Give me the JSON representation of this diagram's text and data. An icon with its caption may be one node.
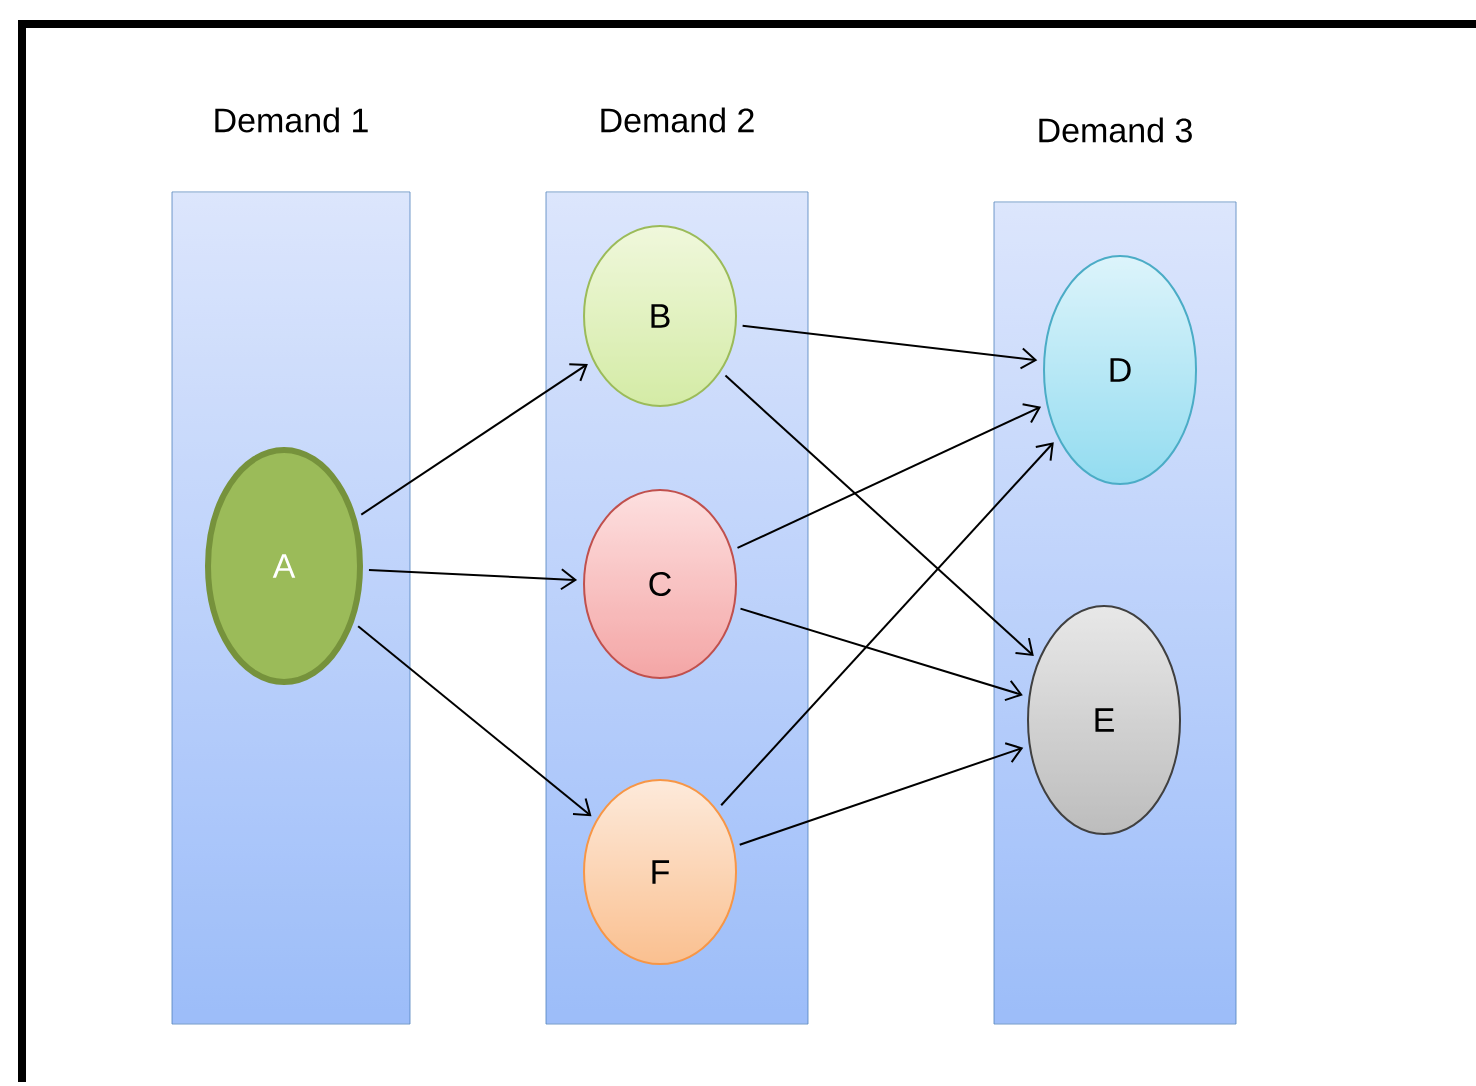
{
  "diagram": {
    "nodes": [
      {
        "text": [
          "Demand 1"
        ]
      },
      {
        "text": [
          "A"
        ],
        "in": 0
      },
      {
        "text": [
          "Demand 2"
        ]
      },
      {
        "text": [
          "B"
        ],
        "in": 2
      },
      {
        "text": [
          "C"
        ],
        "in": 2
      },
      {
        "text": [
          "F"
        ],
        "in": 2
      },
      {
        "text": [
          "Demand 3"
        ]
      },
      {
        "text": [
          "D"
        ],
        "in": 6
      },
      {
        "text": [
          "E"
        ],
        "in": 6
      }
    ],
    "edges": [
      {
        "from": 1,
        "to": 3,
        "arrow": "to"
      },
      {
        "from": 1,
        "to": 4,
        "arrow": "to"
      },
      {
        "from": 1,
        "to": 5,
        "arrow": "to"
      },
      {
        "from": 3,
        "to": 7,
        "arrow": "to"
      },
      {
        "from": 3,
        "to": 8,
        "arrow": "to"
      },
      {
        "from": 4,
        "to": 7,
        "arrow": "to"
      },
      {
        "from": 4,
        "to": 8,
        "arrow": "to"
      },
      {
        "from": 5,
        "to": 7,
        "arrow": "to"
      },
      {
        "from": 5,
        "to": 8,
        "arrow": "to"
      }
    ]
  }
}
